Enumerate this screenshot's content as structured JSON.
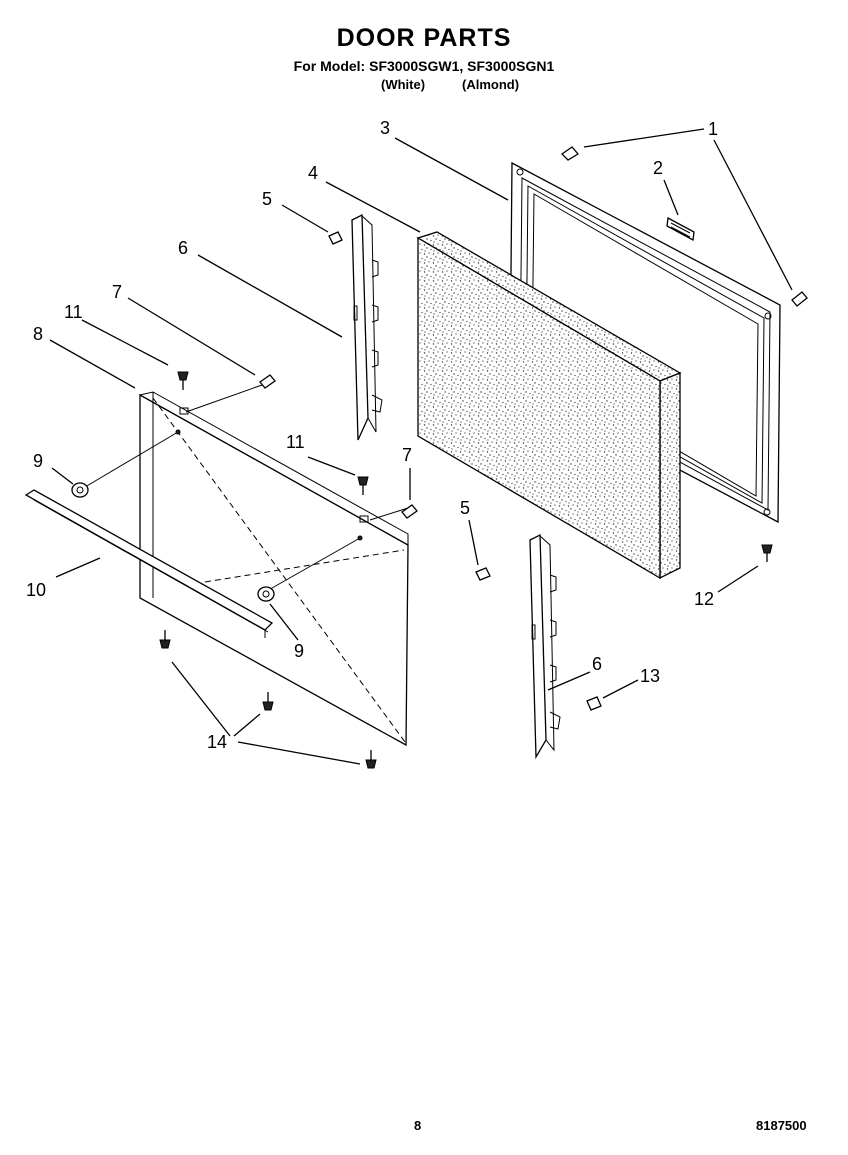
{
  "header": {
    "title": "DOOR PARTS",
    "models_line": "For Model: SF3000SGW1, SF3000SGN1",
    "variant_white": "(White)",
    "variant_almond": "(Almond)"
  },
  "callouts": {
    "c1": "1",
    "c2": "2",
    "c3": "3",
    "c4": "4",
    "c5a": "5",
    "c5b": "5",
    "c6a": "6",
    "c6b": "6",
    "c7a": "7",
    "c7b": "7",
    "c8": "8",
    "c9a": "9",
    "c9b": "9",
    "c10": "10",
    "c11a": "11",
    "c11b": "11",
    "c12": "12",
    "c13": "13",
    "c14": "14"
  },
  "footer": {
    "page_number": "8",
    "document_number": "8187500"
  }
}
